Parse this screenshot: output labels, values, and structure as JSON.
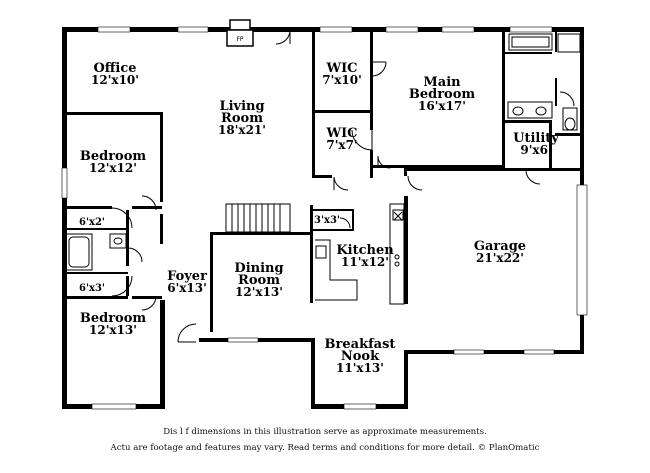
{
  "rooms": {
    "office": {
      "name": "Office",
      "dim": "12'x10'"
    },
    "living": {
      "name1": "Living",
      "name2": "Room",
      "dim": "18'x21'"
    },
    "wic1": {
      "name": "WIC",
      "dim": "7'x10'"
    },
    "wic2": {
      "name": "WIC",
      "dim": "7'x7'"
    },
    "main_bedroom": {
      "name1": "Main",
      "name2": "Bedroom",
      "dim": "16'x17'"
    },
    "utility": {
      "name": "Utility",
      "dim": "9'x6'"
    },
    "bedroom1": {
      "name": "Bedroom",
      "dim": "12'x12'"
    },
    "bath1": {
      "dim": "6'x2'"
    },
    "bath2": {
      "dim": "6'x3'"
    },
    "pantry": {
      "dim": "3'x3'"
    },
    "kitchen": {
      "name": "Kitchen",
      "dim": "11'x12'"
    },
    "garage": {
      "name": "Garage",
      "dim": "21'x22'"
    },
    "foyer": {
      "name": "Foyer",
      "dim": "6'x13'"
    },
    "dining": {
      "name1": "Dining",
      "name2": "Room",
      "dim": "12'x13'"
    },
    "bedroom2": {
      "name": "Bedroom",
      "dim": "12'x13'"
    },
    "breakfast": {
      "name1": "Breakfast",
      "name2": "Nook",
      "dim": "11'x13'"
    }
  },
  "fireplace": "FP",
  "disclaimer": {
    "line1": "Dis      l   f         dimensions in this illustration serve as approximate measurements.",
    "line2": "Actu     are footage and features may vary. Read terms and conditions for more detail. © PlanOmatic"
  }
}
